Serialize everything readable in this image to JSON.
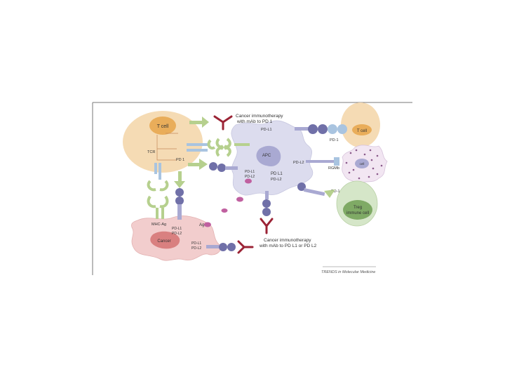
{
  "diagram": {
    "callout_top": {
      "line1": "Cancer immunotherapy",
      "line2": "with mAb to PD 1"
    },
    "callout_bottom": {
      "line1": "Cancer immunotherapy",
      "line2": "with mAb to PD L1 or PD L2"
    },
    "tcell_main": {
      "label": "T cell",
      "tcr": "TCR",
      "pd1": "PD 1"
    },
    "apc": {
      "label": "APC",
      "pd_l1_top": "PD-L1",
      "pd_l2_right": "PD-L2",
      "pd_l1_a": "PD-L1",
      "pd_l2_a": "PD-L2",
      "pd_l1_b": "PD L1",
      "pd_l2_b": "PD-L2"
    },
    "tcell_right": {
      "label": "T cell",
      "receptor": "PD-1"
    },
    "myeloid": {
      "label": "RGMb",
      "inner": "cell"
    },
    "treg": {
      "label_line1": "Treg",
      "label_line2": "immune cell",
      "receptor": "PD-1"
    },
    "cancer": {
      "label": "Cancer",
      "mhc": "MHC-Ag",
      "ag": "Ag",
      "pd_l1_top": "PD-L1",
      "pd_l2_top": "PD-L2",
      "pd_l1_bot": "PD-L1",
      "pd_l2_bot": "PD-L2"
    },
    "credit": "TRENDS in Molecular Medicine"
  },
  "colors": {
    "tcell_body": "#f5dbb4",
    "tcell_nucleus": "#e9ad5a",
    "apc_body": "#dcdcee",
    "apc_nucleus": "#a9a9d2",
    "cancer_body": "#f2cdcd",
    "cancer_nucleus": "#d98080",
    "treg_body": "#d5e6c8",
    "treg_nucleus": "#7faa65",
    "receptor_green": "#b6d08e",
    "receptor_blue": "#a9c4e0",
    "ligand_purple": "#7070a8",
    "antibody_red": "#9b2335",
    "antigen_pink": "#c060a0",
    "frame_line": "#777777"
  }
}
